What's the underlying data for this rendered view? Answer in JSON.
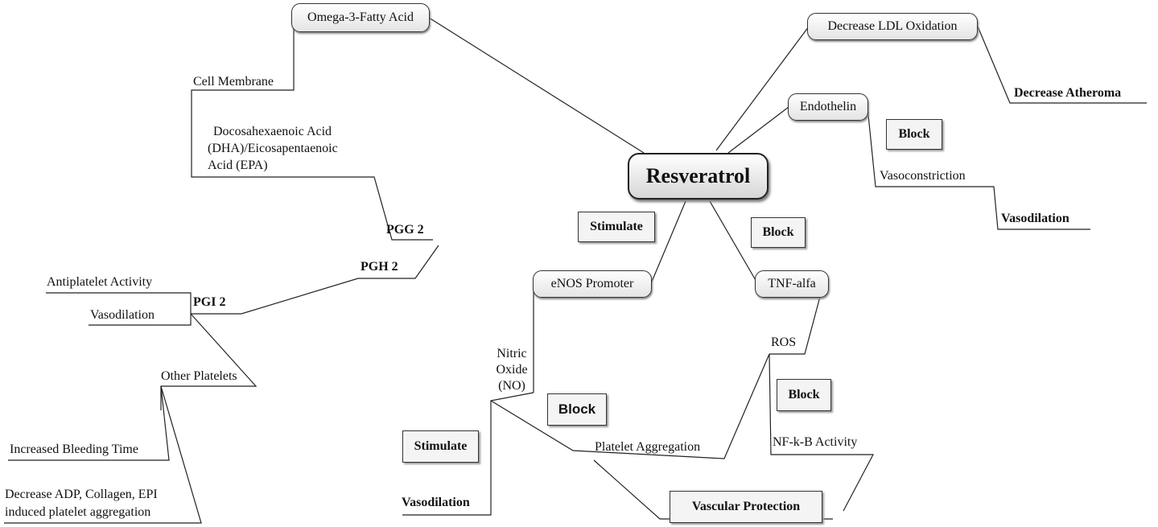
{
  "center": "Resveratrol",
  "nodes": {
    "omega3": "Omega-3-Fatty Acid",
    "ldl": "Decrease LDL Oxidation",
    "endothelin": "Endothelin",
    "enos": "eNOS Promoter",
    "tnf": "TNF-alfa"
  },
  "boxes": {
    "block_endothelin": "Block",
    "stimulate_center": "Stimulate",
    "block_tnf": "Block",
    "block_no": "Block",
    "block_ros": "Block",
    "stimulate_no": "Stimulate",
    "vascular_protection": "Vascular Protection"
  },
  "labels": {
    "cell_membrane": "Cell Membrane",
    "dha_1": "Docosahexaenoic Acid",
    "dha_2": "(DHA)/Eicosapentaenoic",
    "dha_3": "Acid (EPA)",
    "pgg2": "PGG 2",
    "pgh2": "PGH 2",
    "pgi2": "PGI 2",
    "antiplatelet": "Antiplatelet Activity",
    "vasodilation_left": "Vasodilation",
    "other_platelets": "Other Platelets",
    "bleeding": "Increased Bleeding Time",
    "adp_1": "Decrease ADP, Collagen, EPI",
    "adp_2": "induced platelet aggregation",
    "decrease_atheroma": "Decrease Atheroma",
    "vasoconstriction": "Vasoconstriction",
    "vasodilation_right": "Vasodilation",
    "no_1": "Nitric",
    "no_2": "Oxide",
    "no_3": "(NO)",
    "vasodilation_bottom": "Vasodilation",
    "platelet_aggregation": "Platelet Aggregation",
    "ros": "ROS",
    "nfkb": "NF-k-B Activity"
  }
}
